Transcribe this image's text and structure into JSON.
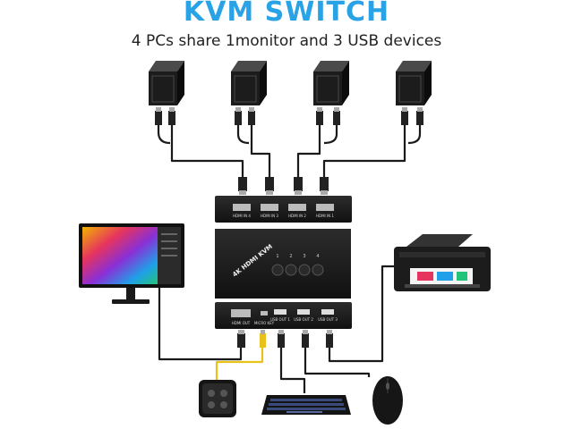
{
  "header": {
    "title": "KVM SWITCH",
    "subtitle": "4 PCs share 1monitor and 3 USB devices"
  },
  "switch": {
    "brand_label": "4K HDMI KVM",
    "port_buttons": [
      "1",
      "2",
      "3",
      "4"
    ],
    "input_ports": [
      "HDMI IN 4",
      "HDMI IN 3",
      "HDMI IN 2",
      "HDMI IN 1"
    ],
    "output_ports": {
      "hdmi_out": "HDMI OUT",
      "micro_key": "MICRO KEY",
      "usb_out": [
        "USB OUT 1",
        "USB OUT 2",
        "USB OUT 3"
      ]
    }
  },
  "colors": {
    "title": "#29a3e6",
    "cable": "#1a1a1a",
    "device_body": "#1c1c1c",
    "yellow_cable": "#e8c21a"
  },
  "icons": [
    "pc-tower-icon",
    "monitor-icon",
    "printer-icon",
    "keyboard-icon",
    "mouse-icon",
    "key-remote-icon"
  ]
}
